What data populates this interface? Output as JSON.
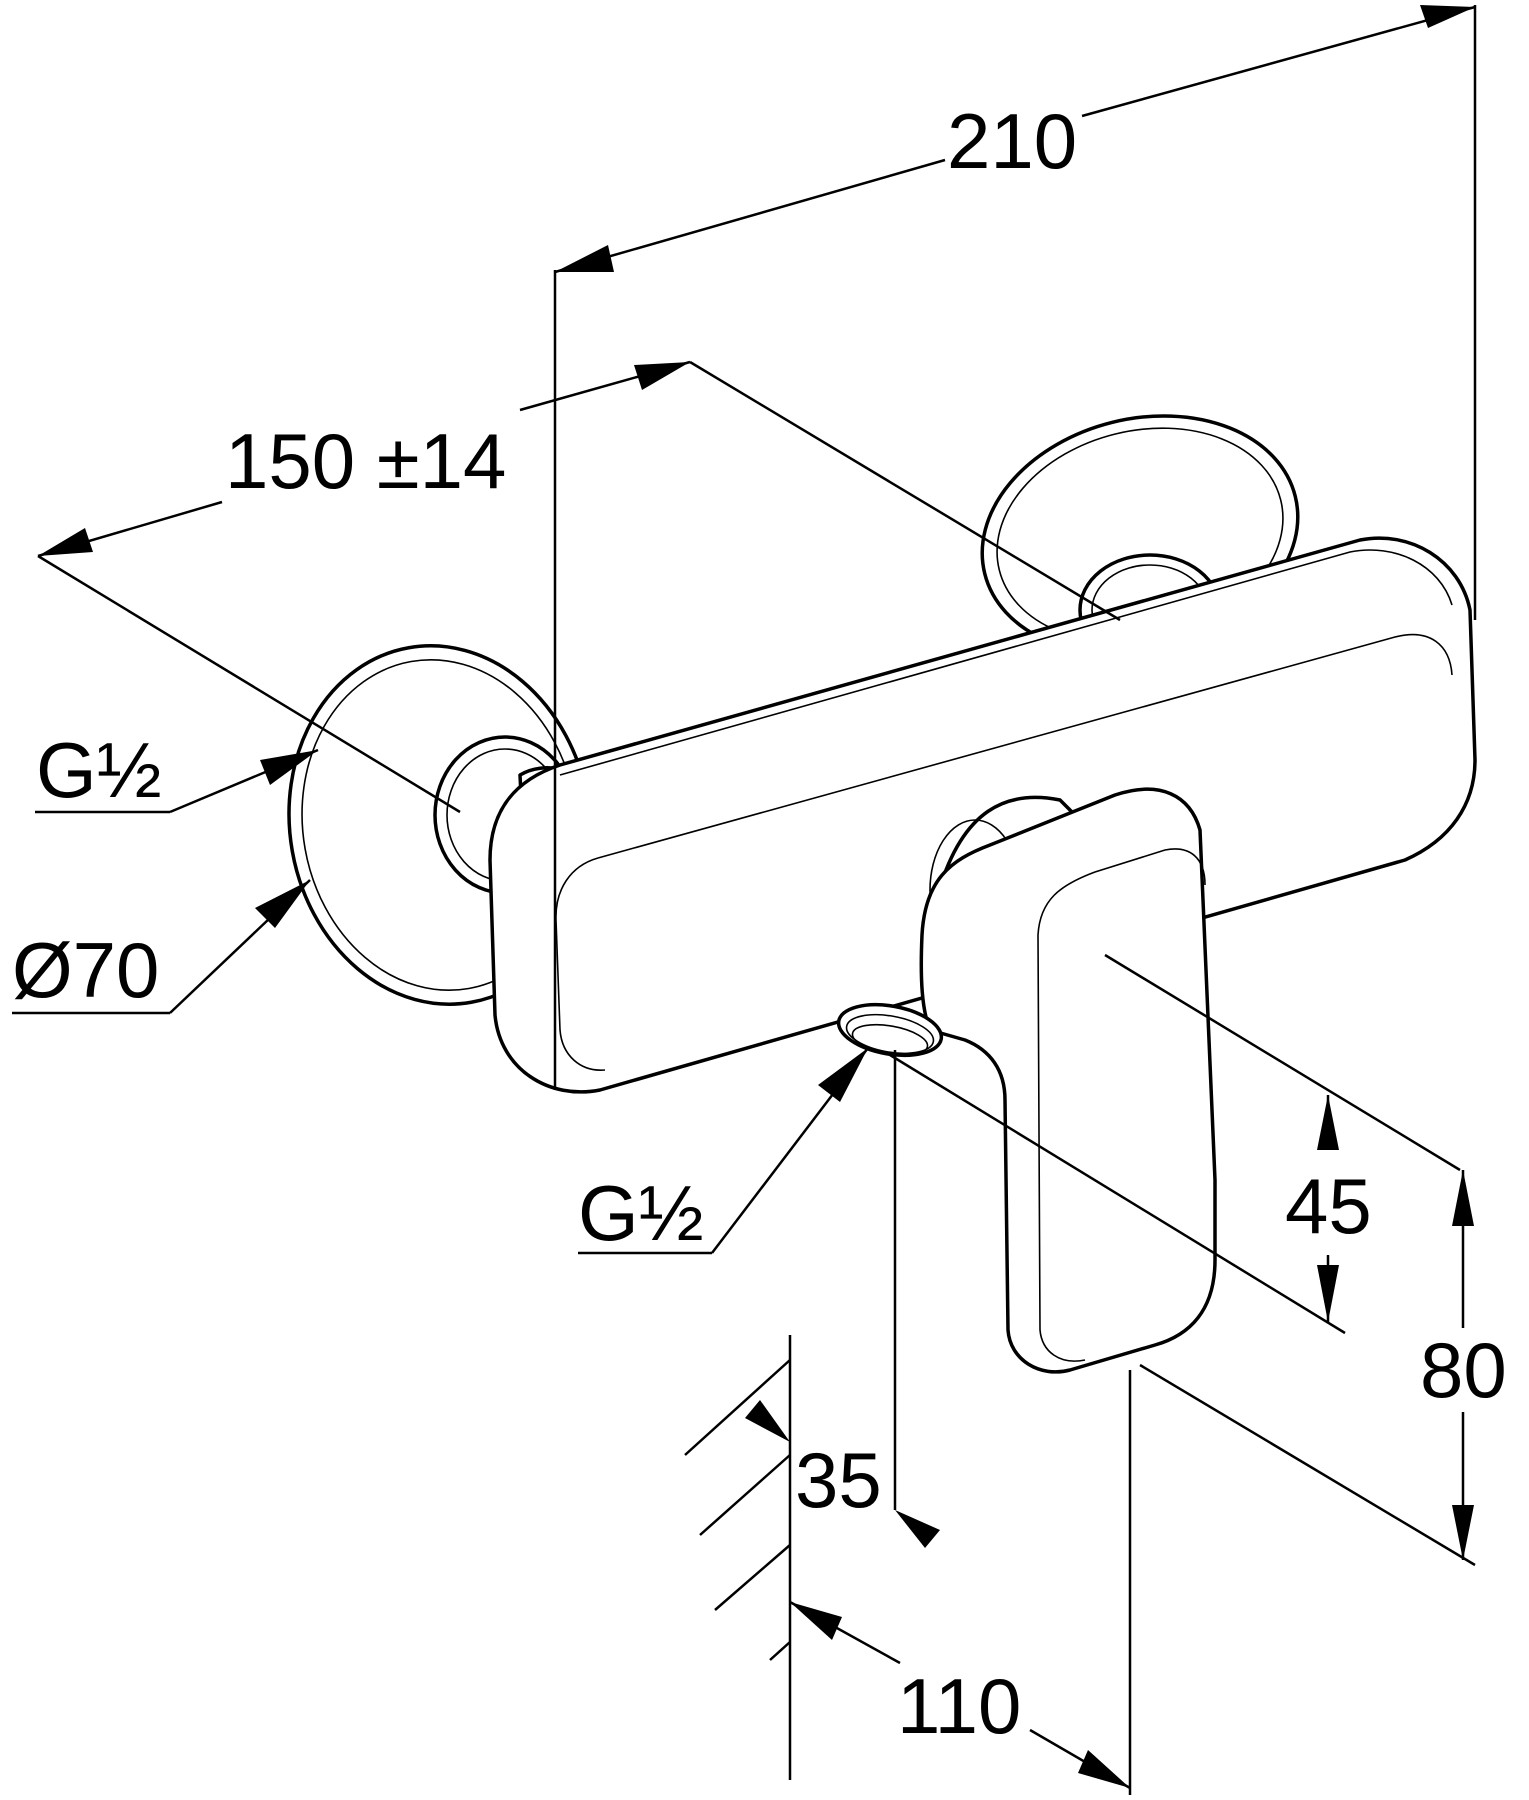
{
  "dimensions": {
    "overall_width": "210",
    "wall_distance": "150 ±14",
    "inlet_thread": "G½",
    "flange_diameter": "Ø70",
    "outlet_thread": "G½",
    "handle_height": "45",
    "body_height": "80",
    "outlet_projection": "35",
    "handle_projection": "110"
  },
  "colors": {
    "line": "#000000",
    "background": "#ffffff"
  }
}
